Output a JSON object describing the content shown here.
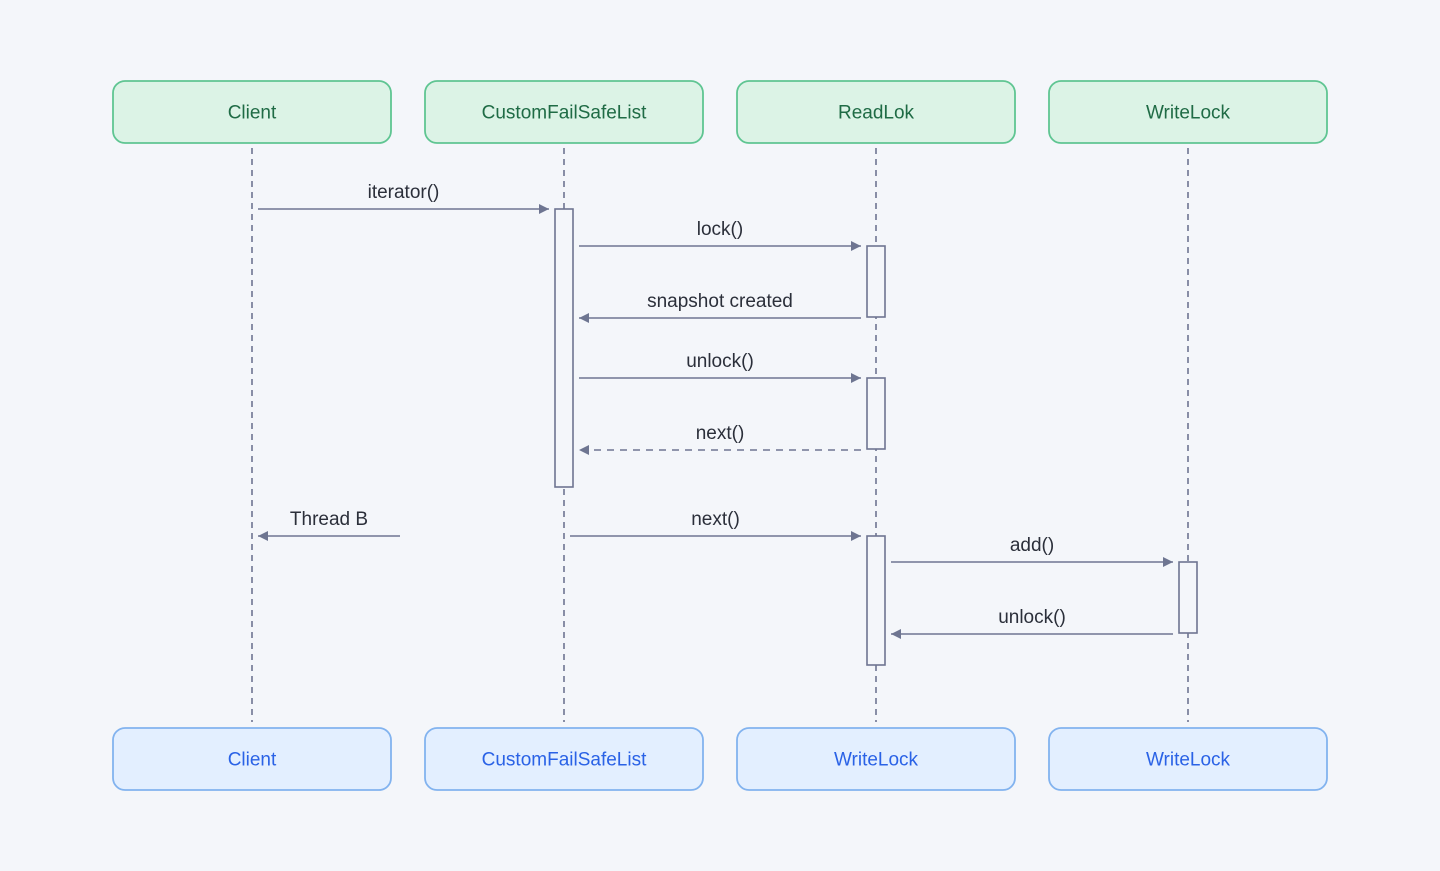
{
  "colors": {
    "background": "#f4f6fa",
    "top_box_fill": "#dcf3e6",
    "top_box_stroke": "#5fc592",
    "top_box_text": "#1f6b45",
    "bottom_box_fill": "#e3efff",
    "bottom_box_stroke": "#82b3ef",
    "bottom_box_text": "#2a62e6",
    "line": "#6e7591",
    "text": "#2b2f3a"
  },
  "participants_top": [
    "Client",
    "CustomFailSafeList",
    "ReadLok",
    "WriteLock"
  ],
  "participants_bottom": [
    "Client",
    "CustomFailSafeList",
    "WriteLock",
    "WriteLock"
  ],
  "activations": [
    {
      "lane": 1,
      "from_step": 0,
      "to_step": 4
    },
    {
      "lane": 2,
      "from_step": 1,
      "to_step": 2
    },
    {
      "lane": 2,
      "from_step": 3,
      "to_step": 4
    },
    {
      "lane": 2,
      "from_step": 6,
      "to_step": 8
    },
    {
      "lane": 3,
      "from_step": 7,
      "to_step": 8
    }
  ],
  "messages": [
    {
      "from": 0,
      "to": 1,
      "label": "iterator()",
      "style": "solid"
    },
    {
      "from": 1,
      "to": 2,
      "label": "lock()",
      "style": "solid"
    },
    {
      "from": 2,
      "to": 1,
      "label": "snapshot created",
      "style": "solid"
    },
    {
      "from": 1,
      "to": 2,
      "label": "unlock()",
      "style": "solid"
    },
    {
      "from": 2,
      "to": 1,
      "label": "next()",
      "style": "dashed"
    },
    {
      "from": null,
      "to": 0,
      "label": "Thread B",
      "style": "solid"
    },
    {
      "from": 1,
      "to": 2,
      "label": "next()",
      "style": "solid"
    },
    {
      "from": 2,
      "to": 3,
      "label": "add()",
      "style": "solid"
    },
    {
      "from": 3,
      "to": 2,
      "label": "unlock()",
      "style": "solid"
    }
  ]
}
